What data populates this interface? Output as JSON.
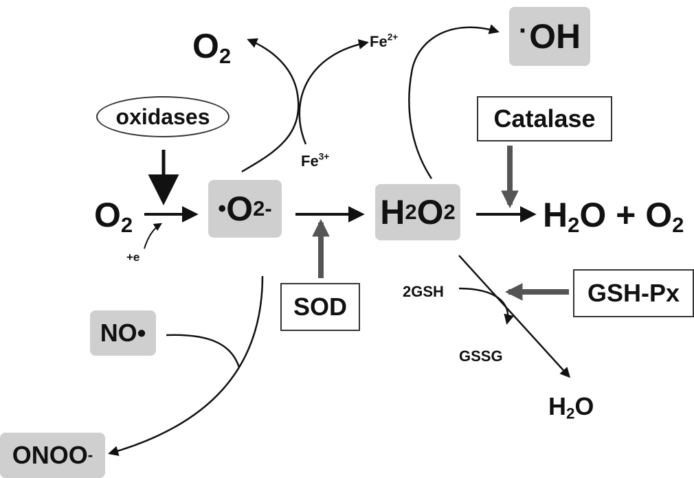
{
  "species": {
    "o2_top": {
      "base": "O",
      "sub": "2"
    },
    "fe2": {
      "base": "Fe",
      "sup": "2+"
    },
    "oh_radical": {
      "dot": "·",
      "base": "OH"
    },
    "fe3": {
      "base": "Fe",
      "sup": "3+"
    },
    "o2_left": {
      "base": "O",
      "sub": "2"
    },
    "plus_e": "+e",
    "superoxide": {
      "dot": "•",
      "base": "O",
      "sub": "2",
      "sup": "-"
    },
    "h2o2": {
      "h": "H",
      "h_sub": "2",
      "o": "O",
      "o_sub": "2"
    },
    "products": {
      "h": "H",
      "h_sub": "2",
      "o": "O + O",
      "o_sub": "2"
    },
    "two_gsh": "2GSH",
    "gssg": "GSSG",
    "h2o_bottom": {
      "h": "H",
      "h_sub": "2",
      "o": "O"
    },
    "no_radical": "NO•",
    "peroxynitrite": {
      "base": "ONOO",
      "sup": "-"
    }
  },
  "enzymes": {
    "oxidases": "oxidases",
    "catalase": "Catalase",
    "sod": "SOD",
    "gsh_px": "GSH-Px"
  },
  "colors": {
    "shade": "#cfcfcf",
    "ink": "#111111",
    "enzyme_arrow": "#555555"
  }
}
